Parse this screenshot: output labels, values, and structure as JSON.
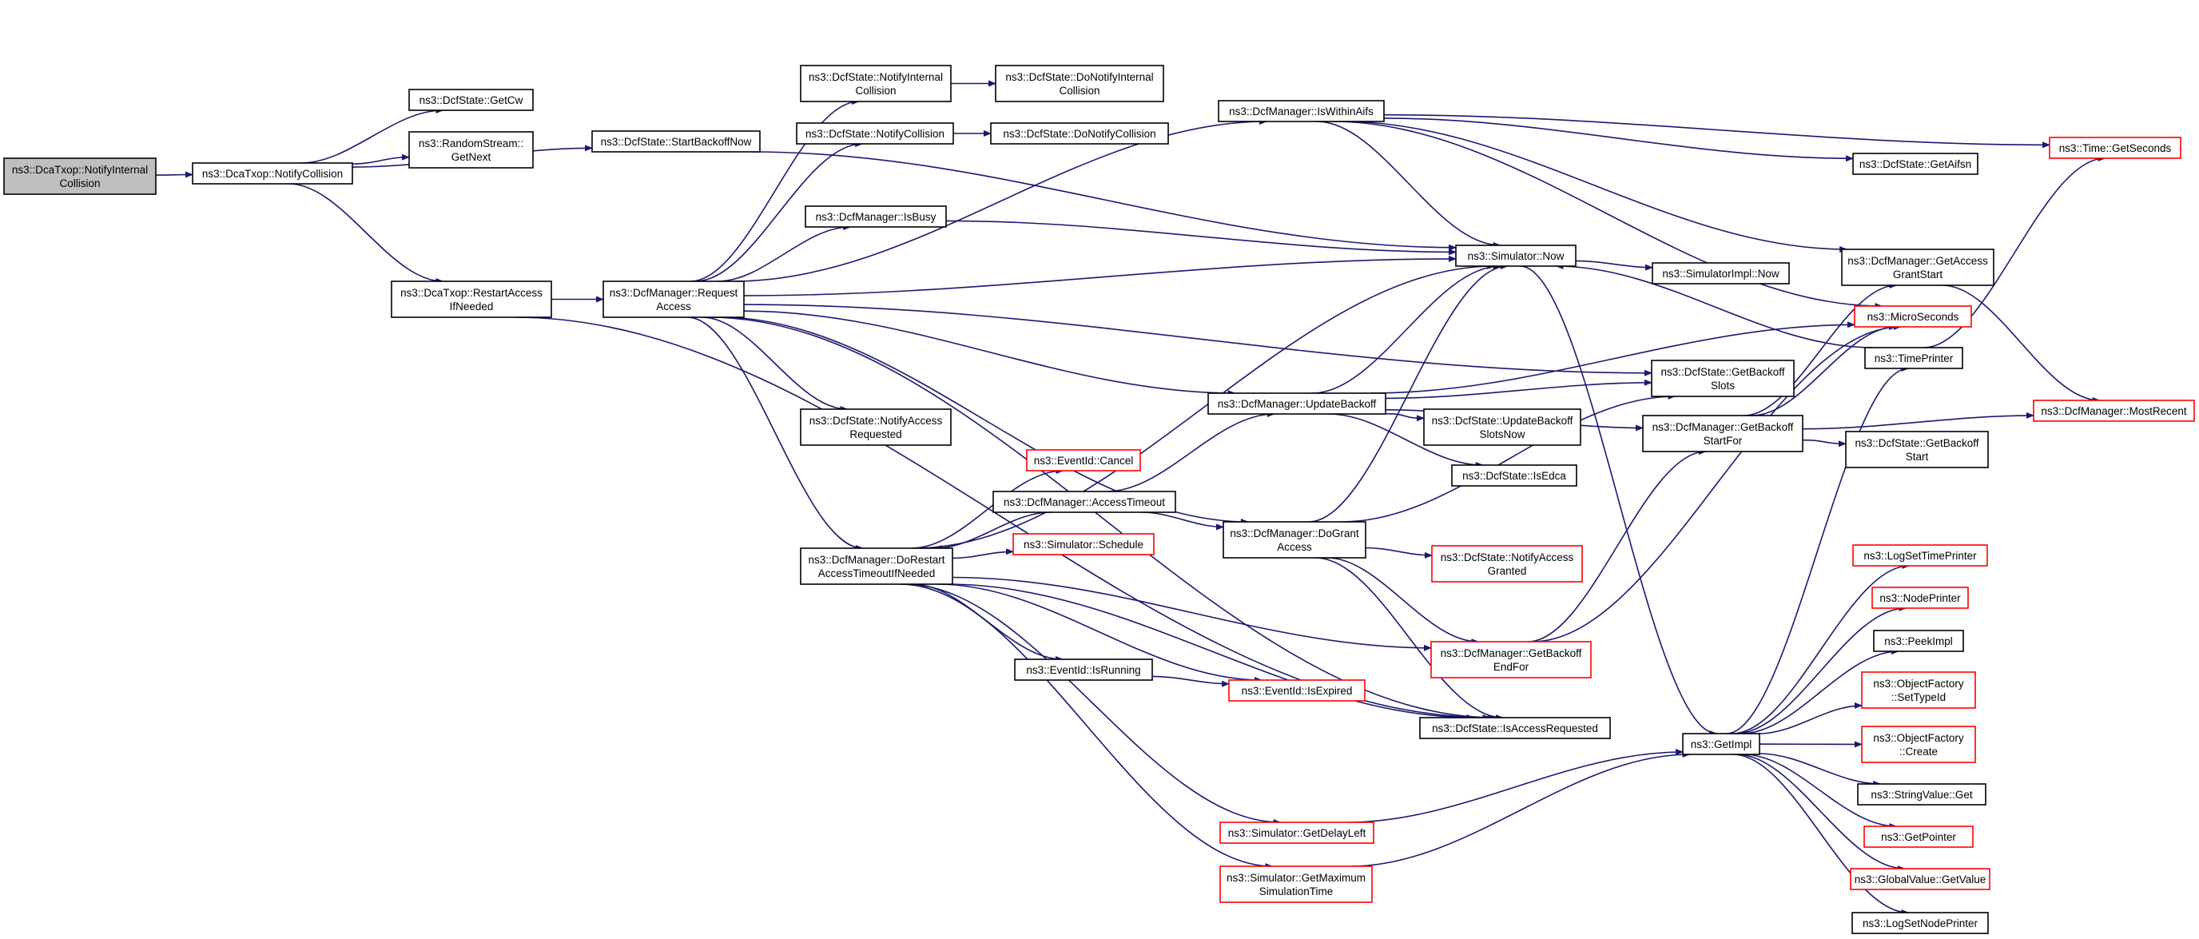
{
  "colors": {
    "edge": "#191970",
    "node_border": "#000000",
    "node_border_truncated": "#ff0000",
    "node_fill": "#ffffff",
    "root_fill": "#bfbfbf"
  },
  "nodes": [
    {
      "id": "dcatxop-notifyinternalcollision",
      "lines": [
        "ns3::DcaTxop::NotifyInternal",
        "Collision"
      ],
      "style": "root"
    },
    {
      "id": "dcatxop-notifycollision",
      "lines": [
        "ns3::DcaTxop::NotifyCollision"
      ],
      "style": "normal"
    },
    {
      "id": "dcfstate-getcw",
      "lines": [
        "ns3::DcfState::GetCw"
      ],
      "style": "normal"
    },
    {
      "id": "randomstream-getnext",
      "lines": [
        "ns3::RandomStream::",
        "GetNext"
      ],
      "style": "normal"
    },
    {
      "id": "dcfstate-startbackoffnow",
      "lines": [
        "ns3::DcfState::StartBackoffNow"
      ],
      "style": "normal"
    },
    {
      "id": "dcatxop-restartaccessifneeded",
      "lines": [
        "ns3::DcaTxop::RestartAccess",
        "IfNeeded"
      ],
      "style": "normal"
    },
    {
      "id": "dcfmanager-requestaccess",
      "lines": [
        "ns3::DcfManager::Request",
        "Access"
      ],
      "style": "normal"
    },
    {
      "id": "dcfstate-notifyinternalcollision",
      "lines": [
        "ns3::DcfState::NotifyInternal",
        "Collision"
      ],
      "style": "normal"
    },
    {
      "id": "dcfstate-donotifyinternalcollision",
      "lines": [
        "ns3::DcfState::DoNotifyInternal",
        "Collision"
      ],
      "style": "normal"
    },
    {
      "id": "dcfstate-notifycollision",
      "lines": [
        "ns3::DcfState::NotifyCollision"
      ],
      "style": "normal"
    },
    {
      "id": "dcfstate-donotifycollision",
      "lines": [
        "ns3::DcfState::DoNotifyCollision"
      ],
      "style": "normal"
    },
    {
      "id": "dcfmanager-isbusy",
      "lines": [
        "ns3::DcfManager::IsBusy"
      ],
      "style": "normal"
    },
    {
      "id": "dcfstate-notifyaccessrequested",
      "lines": [
        "ns3::DcfState::NotifyAccess",
        "Requested"
      ],
      "style": "normal"
    },
    {
      "id": "dcfmanager-dorestartaccesstimeoutifneeded",
      "lines": [
        "ns3::DcfManager::DoRestart",
        "AccessTimeoutIfNeeded"
      ],
      "style": "normal"
    },
    {
      "id": "eventid-cancel",
      "lines": [
        "ns3::EventId::Cancel"
      ],
      "style": "truncated"
    },
    {
      "id": "dcfmanager-accesstimeout",
      "lines": [
        "ns3::DcfManager::AccessTimeout"
      ],
      "style": "normal"
    },
    {
      "id": "simulator-schedule",
      "lines": [
        "ns3::Simulator::Schedule"
      ],
      "style": "truncated"
    },
    {
      "id": "eventid-isrunning",
      "lines": [
        "ns3::EventId::IsRunning"
      ],
      "style": "normal"
    },
    {
      "id": "eventid-isexpired",
      "lines": [
        "ns3::EventId::IsExpired"
      ],
      "style": "truncated"
    },
    {
      "id": "simulator-getdelayleft",
      "lines": [
        "ns3::Simulator::GetDelayLeft"
      ],
      "style": "truncated"
    },
    {
      "id": "simulator-getmaximumsimulationtime",
      "lines": [
        "ns3::Simulator::GetMaximum",
        "SimulationTime"
      ],
      "style": "truncated"
    },
    {
      "id": "dcfmanager-iswithinaifs",
      "lines": [
        "ns3::DcfManager::IsWithinAifs"
      ],
      "style": "normal"
    },
    {
      "id": "simulator-now",
      "lines": [
        "ns3::Simulator::Now"
      ],
      "style": "normal"
    },
    {
      "id": "simulatorimpl-now",
      "lines": [
        "ns3::SimulatorImpl::Now"
      ],
      "style": "normal"
    },
    {
      "id": "dcfmanager-updatebackoff",
      "lines": [
        "ns3::DcfManager::UpdateBackoff"
      ],
      "style": "normal"
    },
    {
      "id": "dcfstate-updatebackoffslotsnow",
      "lines": [
        "ns3::DcfState::UpdateBackoff",
        "SlotsNow"
      ],
      "style": "normal"
    },
    {
      "id": "dcfstate-isedca",
      "lines": [
        "ns3::DcfState::IsEdca"
      ],
      "style": "normal"
    },
    {
      "id": "dcfmanager-dograntaccess",
      "lines": [
        "ns3::DcfManager::DoGrant",
        "Access"
      ],
      "style": "normal"
    },
    {
      "id": "dcfstate-notifyaccessgranted",
      "lines": [
        "ns3::DcfState::NotifyAccess",
        "Granted"
      ],
      "style": "truncated"
    },
    {
      "id": "dcfmanager-getbackoffendfor",
      "lines": [
        "ns3::DcfManager::GetBackoff",
        "EndFor"
      ],
      "style": "truncated"
    },
    {
      "id": "dcfstate-isaccessrequested",
      "lines": [
        "ns3::DcfState::IsAccessRequested"
      ],
      "style": "normal"
    },
    {
      "id": "dcfstate-getbackoffslots",
      "lines": [
        "ns3::DcfState::GetBackoff",
        "Slots"
      ],
      "style": "normal"
    },
    {
      "id": "dcfmanager-getbackoffstartfor",
      "lines": [
        "ns3::DcfManager::GetBackoff",
        "StartFor"
      ],
      "style": "normal"
    },
    {
      "id": "getimpl",
      "lines": [
        "ns3::GetImpl"
      ],
      "style": "normal"
    },
    {
      "id": "dcfstate-getaifsn",
      "lines": [
        "ns3::DcfState::GetAifsn"
      ],
      "style": "normal"
    },
    {
      "id": "dcfmanager-getaccessgrantstart",
      "lines": [
        "ns3::DcfManager::GetAccess",
        "GrantStart"
      ],
      "style": "normal"
    },
    {
      "id": "microseconds",
      "lines": [
        "ns3::MicroSeconds"
      ],
      "style": "truncated"
    },
    {
      "id": "timeprinter",
      "lines": [
        "ns3::TimePrinter"
      ],
      "style": "normal"
    },
    {
      "id": "dcfstate-getbackoffstart",
      "lines": [
        "ns3::DcfState::GetBackoff",
        "Start"
      ],
      "style": "normal"
    },
    {
      "id": "time-getseconds",
      "lines": [
        "ns3::Time::GetSeconds"
      ],
      "style": "truncated"
    },
    {
      "id": "dcfmanager-mostrecent",
      "lines": [
        "ns3::DcfManager::MostRecent"
      ],
      "style": "truncated"
    },
    {
      "id": "logsettimeprinter",
      "lines": [
        "ns3::LogSetTimePrinter"
      ],
      "style": "truncated"
    },
    {
      "id": "nodeprinter",
      "lines": [
        "ns3::NodePrinter"
      ],
      "style": "truncated"
    },
    {
      "id": "peekimpl",
      "lines": [
        "ns3::PeekImpl"
      ],
      "style": "normal"
    },
    {
      "id": "objectfactory-settypeid",
      "lines": [
        "ns3::ObjectFactory",
        "::SetTypeId"
      ],
      "style": "truncated"
    },
    {
      "id": "objectfactory-create",
      "lines": [
        "ns3::ObjectFactory",
        "::Create"
      ],
      "style": "truncated"
    },
    {
      "id": "stringvalue-get",
      "lines": [
        "ns3::StringValue::Get"
      ],
      "style": "normal"
    },
    {
      "id": "getpointer",
      "lines": [
        "ns3::GetPointer"
      ],
      "style": "truncated"
    },
    {
      "id": "globalvalue-getvalue",
      "lines": [
        "ns3::GlobalValue::GetValue"
      ],
      "style": "truncated"
    },
    {
      "id": "logsetnodeprinter",
      "lines": [
        "ns3::LogSetNodePrinter"
      ],
      "style": "normal"
    }
  ],
  "edges": [
    [
      "dcatxop-notifyinternalcollision",
      "dcatxop-notifycollision"
    ],
    [
      "dcatxop-notifycollision",
      "dcfstate-getcw"
    ],
    [
      "dcatxop-notifycollision",
      "randomstream-getnext"
    ],
    [
      "dcatxop-notifycollision",
      "dcfstate-startbackoffnow"
    ],
    [
      "dcatxop-notifycollision",
      "dcatxop-restartaccessifneeded"
    ],
    [
      "dcfstate-startbackoffnow",
      "simulator-now"
    ],
    [
      "dcatxop-restartaccessifneeded",
      "dcfmanager-requestaccess"
    ],
    [
      "dcatxop-restartaccessifneeded",
      "dcfstate-isaccessrequested"
    ],
    [
      "dcfmanager-requestaccess",
      "dcfstate-notifyinternalcollision"
    ],
    [
      "dcfmanager-requestaccess",
      "dcfstate-notifycollision"
    ],
    [
      "dcfmanager-requestaccess",
      "dcfmanager-iswithinaifs"
    ],
    [
      "dcfmanager-requestaccess",
      "dcfmanager-isbusy"
    ],
    [
      "dcfmanager-requestaccess",
      "simulator-now"
    ],
    [
      "dcfmanager-requestaccess",
      "dcfmanager-updatebackoff"
    ],
    [
      "dcfmanager-requestaccess",
      "dcfstate-getbackoffslots"
    ],
    [
      "dcfmanager-requestaccess",
      "dcfstate-notifyaccessrequested"
    ],
    [
      "dcfmanager-requestaccess",
      "dcfmanager-dorestartaccesstimeoutifneeded"
    ],
    [
      "dcfmanager-requestaccess",
      "dcfmanager-dograntaccess"
    ],
    [
      "dcfmanager-requestaccess",
      "dcfstate-isaccessrequested"
    ],
    [
      "dcfstate-notifyinternalcollision",
      "dcfstate-donotifyinternalcollision"
    ],
    [
      "dcfstate-notifycollision",
      "dcfstate-donotifycollision"
    ],
    [
      "dcfmanager-isbusy",
      "simulator-now"
    ],
    [
      "dcfmanager-iswithinaifs",
      "simulator-now"
    ],
    [
      "dcfmanager-iswithinaifs",
      "dcfstate-getaifsn"
    ],
    [
      "dcfmanager-iswithinaifs",
      "time-getseconds"
    ],
    [
      "dcfmanager-iswithinaifs",
      "dcfmanager-getaccessgrantstart"
    ],
    [
      "dcfmanager-iswithinaifs",
      "microseconds"
    ],
    [
      "simulator-now",
      "simulatorimpl-now"
    ],
    [
      "simulator-now",
      "getimpl"
    ],
    [
      "dcfmanager-updatebackoff",
      "simulator-now"
    ],
    [
      "dcfmanager-updatebackoff",
      "dcfstate-getbackoffslots"
    ],
    [
      "dcfmanager-updatebackoff",
      "dcfstate-updatebackoffslotsnow"
    ],
    [
      "dcfmanager-updatebackoff",
      "dcfstate-isedca"
    ],
    [
      "dcfmanager-updatebackoff",
      "dcfmanager-getbackoffstartfor"
    ],
    [
      "dcfmanager-updatebackoff",
      "microseconds"
    ],
    [
      "dcfmanager-dorestartaccesstimeoutifneeded",
      "eventid-cancel"
    ],
    [
      "dcfmanager-dorestartaccesstimeoutifneeded",
      "simulator-schedule"
    ],
    [
      "dcfmanager-dorestartaccesstimeoutifneeded",
      "eventid-isrunning"
    ],
    [
      "dcfmanager-dorestartaccesstimeoutifneeded",
      "eventid-isexpired"
    ],
    [
      "dcfmanager-dorestartaccesstimeoutifneeded",
      "simulator-now"
    ],
    [
      "dcfmanager-dorestartaccesstimeoutifneeded",
      "simulator-getdelayleft"
    ],
    [
      "dcfmanager-dorestartaccesstimeoutifneeded",
      "simulator-getmaximumsimulationtime"
    ],
    [
      "dcfmanager-dorestartaccesstimeoutifneeded",
      "dcfstate-isaccessrequested"
    ],
    [
      "dcfmanager-dorestartaccesstimeoutifneeded",
      "dcfmanager-getbackoffendfor"
    ],
    [
      "dcfmanager-accesstimeout",
      "dcfmanager-dorestartaccesstimeoutifneeded"
    ],
    [
      "dcfmanager-accesstimeout",
      "dcfmanager-updatebackoff"
    ],
    [
      "dcfmanager-accesstimeout",
      "dcfmanager-dograntaccess"
    ],
    [
      "eventid-isrunning",
      "eventid-isexpired"
    ],
    [
      "dcfmanager-dograntaccess",
      "simulator-now"
    ],
    [
      "dcfmanager-dograntaccess",
      "dcfstate-notifyaccessgranted"
    ],
    [
      "dcfmanager-dograntaccess",
      "dcfmanager-getbackoffendfor"
    ],
    [
      "dcfmanager-dograntaccess",
      "dcfstate-isaccessrequested"
    ],
    [
      "dcfmanager-dograntaccess",
      "dcfstate-getbackoffslots"
    ],
    [
      "dcfmanager-getbackoffendfor",
      "dcfmanager-getbackoffstartfor"
    ],
    [
      "dcfmanager-getbackoffendfor",
      "microseconds"
    ],
    [
      "dcfmanager-getbackoffstartfor",
      "dcfmanager-getaccessgrantstart"
    ],
    [
      "dcfmanager-getbackoffstartfor",
      "microseconds"
    ],
    [
      "dcfmanager-getbackoffstartfor",
      "dcfstate-getbackoffstart"
    ],
    [
      "dcfmanager-getbackoffstartfor",
      "dcfmanager-mostrecent"
    ],
    [
      "dcfmanager-getaccessgrantstart",
      "dcfmanager-mostrecent"
    ],
    [
      "simulator-getdelayleft",
      "getimpl"
    ],
    [
      "simulator-getmaximumsimulationtime",
      "getimpl"
    ],
    [
      "getimpl",
      "timeprinter"
    ],
    [
      "getimpl",
      "logsettimeprinter"
    ],
    [
      "getimpl",
      "nodeprinter"
    ],
    [
      "getimpl",
      "peekimpl"
    ],
    [
      "getimpl",
      "objectfactory-settypeid"
    ],
    [
      "getimpl",
      "objectfactory-create"
    ],
    [
      "getimpl",
      "stringvalue-get"
    ],
    [
      "getimpl",
      "getpointer"
    ],
    [
      "getimpl",
      "globalvalue-getvalue"
    ],
    [
      "getimpl",
      "logsetnodeprinter"
    ],
    [
      "timeprinter",
      "simulator-now"
    ],
    [
      "timeprinter",
      "time-getseconds"
    ]
  ]
}
